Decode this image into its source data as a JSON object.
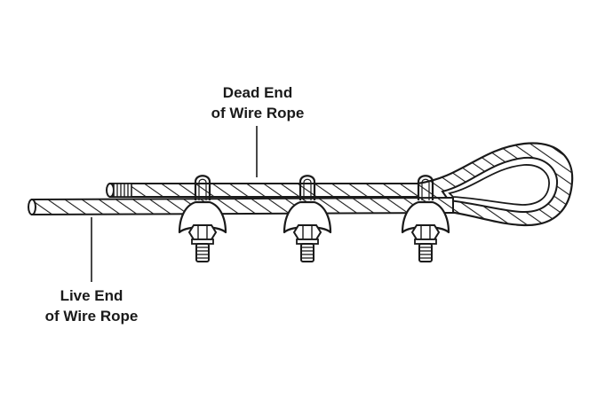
{
  "labels": {
    "dead_end_line1": "Dead End",
    "dead_end_line2": "of Wire Rope",
    "live_end_line1": "Live End",
    "live_end_line2": "of Wire Rope"
  },
  "colors": {
    "stroke": "#1a1a1a",
    "fill": "#ffffff",
    "shade": "#d9d9d9"
  },
  "clamps": {
    "count": 3
  }
}
